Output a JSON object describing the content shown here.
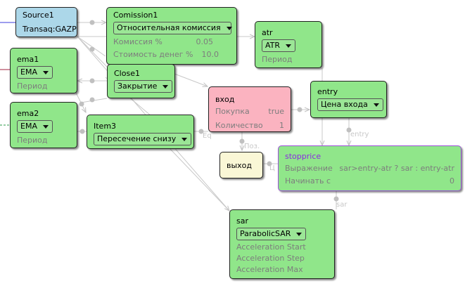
{
  "colors": {
    "node_green": "#90e68a",
    "source_blue": "#acd7e9",
    "entry_pink": "#fbb3c0",
    "exit_yellow": "#faf7d6",
    "stop_border_purple": "#9b4fd8",
    "link_gray": "#c0c0c0",
    "input_blue": "#3b3bdc",
    "input_red": "#a0203c",
    "input_green_dashed": "#2e9a4a"
  },
  "nodes": {
    "source1": {
      "title": "Source1",
      "value": "Transaq:GAZP"
    },
    "comission1": {
      "title": "Comission1",
      "select": "Относительная комиссия",
      "props": [
        {
          "name": "Комиссия %",
          "value": "0.05"
        },
        {
          "name": "Стоимость денег %",
          "value": "10.0"
        }
      ]
    },
    "atr": {
      "title": "atr",
      "select": "ATR",
      "props": [
        {
          "name": "Период",
          "value": ""
        }
      ]
    },
    "ema1": {
      "title": "ema1",
      "select": "EMA",
      "props": [
        {
          "name": "Период",
          "value": ""
        }
      ]
    },
    "close1": {
      "title": "Close1",
      "select": "Закрытие"
    },
    "ema2": {
      "title": "ema2",
      "select": "EMA",
      "props": [
        {
          "name": "Период",
          "value": ""
        }
      ]
    },
    "item3": {
      "title": "Item3",
      "select": "Пересечение снизу"
    },
    "vhod": {
      "title": "вход",
      "props": [
        {
          "name": "Покупка",
          "value": "true"
        },
        {
          "name": "Количество",
          "value": "1"
        }
      ]
    },
    "entry": {
      "title": "entry",
      "select": "Цена входа"
    },
    "vyhod": {
      "title": "выход"
    },
    "stopprice": {
      "title": "stopprice",
      "props": [
        {
          "name": "Выражение",
          "value": "sar>entry-atr ?  sar : entry-atr"
        },
        {
          "name": "Начинать с",
          "value": "0"
        }
      ]
    },
    "sar": {
      "title": "sar",
      "select": "ParabolicSAR",
      "props": [
        {
          "name": "Acceleration Start",
          "value": ""
        },
        {
          "name": "Acceleration Step",
          "value": ""
        },
        {
          "name": "Acceleration Max",
          "value": ""
        }
      ]
    }
  },
  "link_labels": {
    "eq": "Eq",
    "poz": "Поз.",
    "entry": "entry",
    "sar": "sar",
    "c": "Ц"
  }
}
